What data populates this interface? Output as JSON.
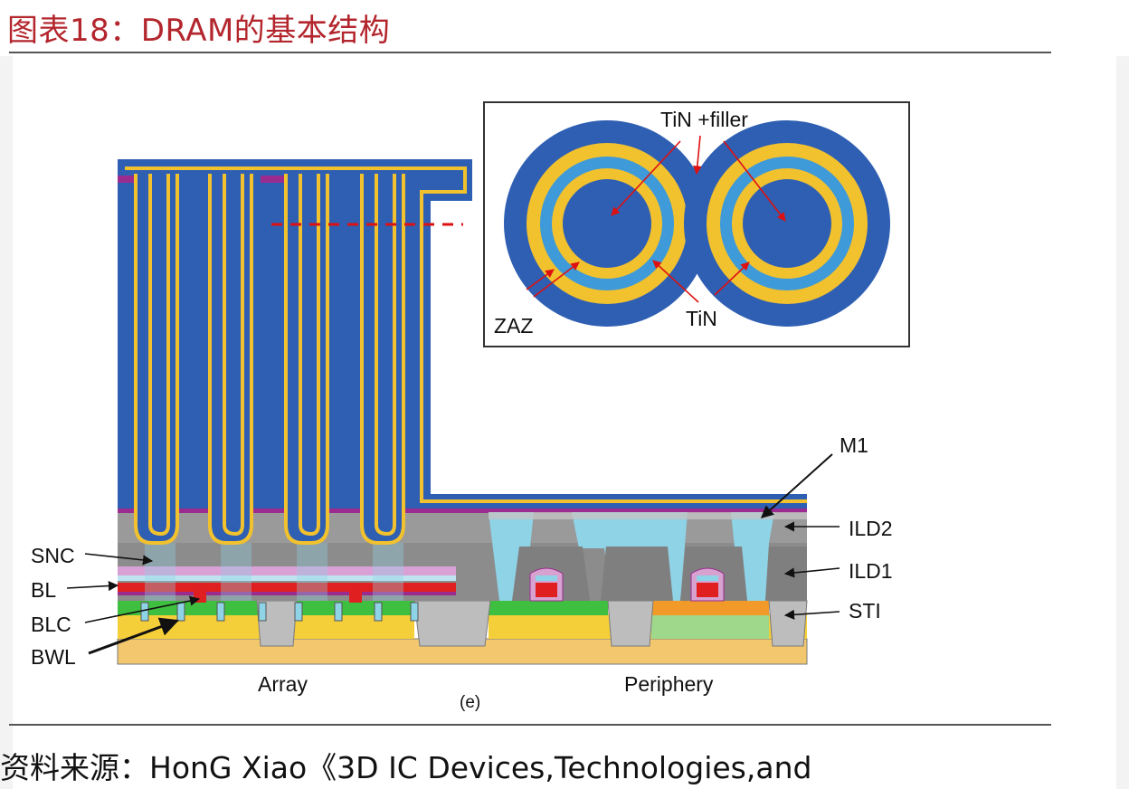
{
  "title": "图表18：DRAM的基本结构",
  "source_text": "资料来源：HonG Xiao《3D IC Devices,Technologies,and",
  "inset": {
    "label_tin_filler": "TiN +filler",
    "label_zaz": "ZAZ",
    "label_tin": "TiN"
  },
  "labels": {
    "m1": "M1",
    "ild2": "ILD2",
    "ild1": "ILD1",
    "sti": "STI",
    "snc": "SNC",
    "bl": "BL",
    "blc": "BLC",
    "bwl": "BWL",
    "array": "Array",
    "periphery": "Periphery",
    "panel": "(e)"
  },
  "colors": {
    "title_red": "#b3262d",
    "dielectric_blue": "#2f5fb3",
    "tin_yellow": "#f2c12e",
    "inner_blue": "#3e9ad8",
    "ild_gray": "#8c8c8c",
    "light_gray": "#c3c3c3",
    "cyan_fill": "#8fd3e6",
    "bitline_red": "#e02020",
    "active_green": "#3fbf3f",
    "substrate_tan": "#f2c76e",
    "purple": "#9b2c8f"
  }
}
